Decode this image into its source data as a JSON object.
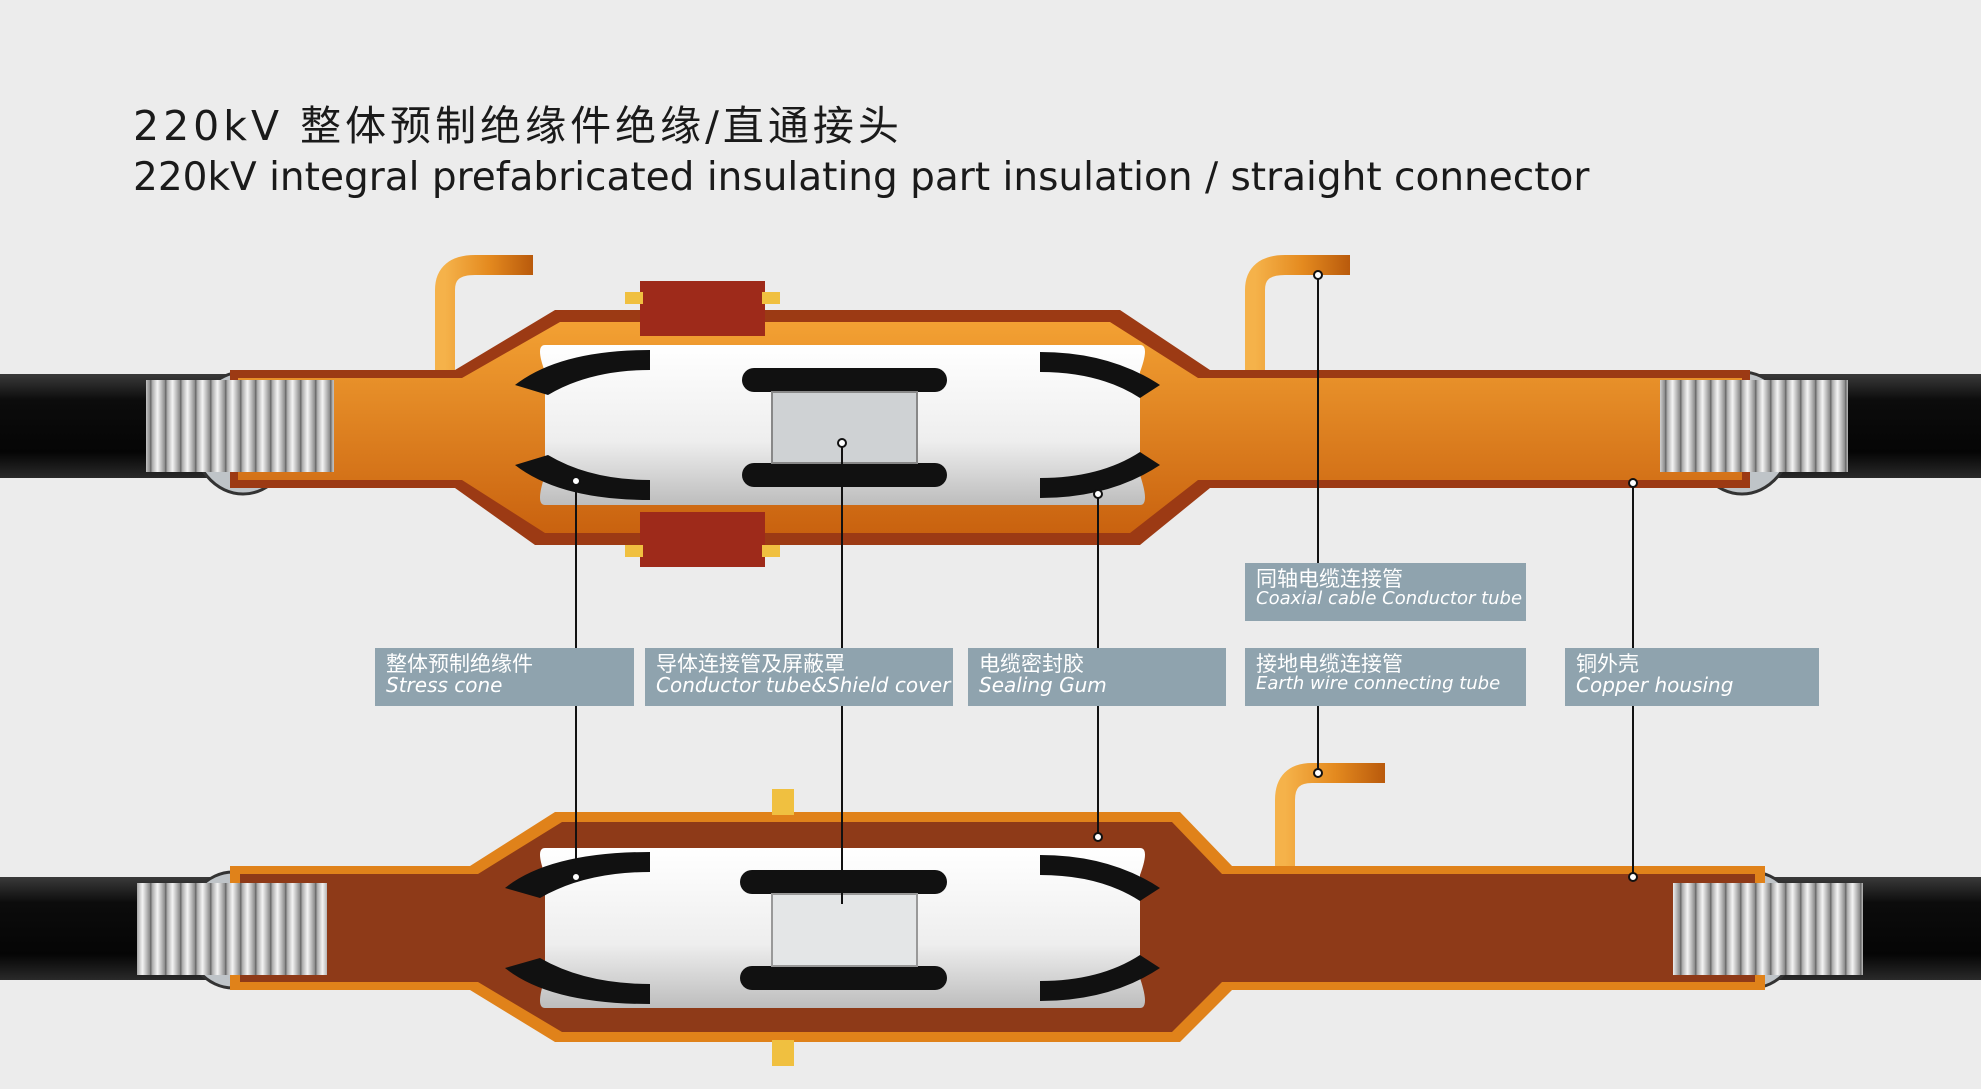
{
  "title": {
    "cn": "220kV 整体预制绝缘件绝缘/直通接头",
    "en": "220kV integral prefabricated insulating part insulation / straight connector"
  },
  "labels": [
    {
      "cn": "整体预制绝缘件",
      "en": "Stress cone"
    },
    {
      "cn": "导体连接管及屏蔽罩",
      "en": "Conductor tube&Shield cover"
    },
    {
      "cn": "电缆密封胶",
      "en": "Sealing Gum"
    },
    {
      "cn": "同轴电缆连接管",
      "en": "Coaxial cable Conductor tube"
    },
    {
      "cn": "接地电缆连接管",
      "en": "Earth wire connecting tube"
    },
    {
      "cn": "铜外壳",
      "en": "Copper housing"
    }
  ],
  "colors": {
    "background": "#ececec",
    "label_box": "#8fa3ae",
    "housing_orange": "#d8731b",
    "housing_brown": "#9c3a14",
    "cable_black": "#111111",
    "insulator_white": "#f1f1f1",
    "flange_red": "#9e2a1a"
  }
}
